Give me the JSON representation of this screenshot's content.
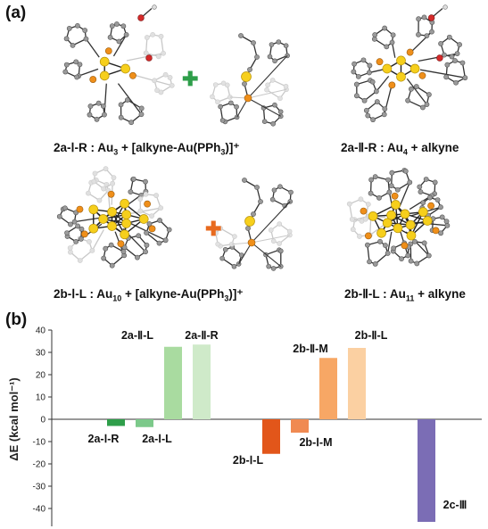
{
  "panels": {
    "a_label": "(a)",
    "b_label": "(b)"
  },
  "structures": [
    {
      "id": "2a-I-R",
      "name": "2a-Ⅰ-R : Au",
      "sub1": "3",
      "mid": " + [alkyne-Au(PPh",
      "sub2": "3",
      "tail": ")]⁺"
    },
    {
      "id": "2a-II-R",
      "name": "2a-Ⅱ-R : Au",
      "sub1": "4",
      "mid": " + alkyne",
      "sub2": "",
      "tail": ""
    },
    {
      "id": "2b-I-L",
      "name": "2b-Ⅰ-L : Au",
      "sub1": "10",
      "mid": " + [alkyne-Au(PPh",
      "sub2": "3",
      "tail": ")]⁺"
    },
    {
      "id": "2b-II-L",
      "name": "2b-Ⅱ-L : Au",
      "sub1": "11",
      "mid": " + alkyne",
      "sub2": "",
      "tail": ""
    }
  ],
  "plus_signs": {
    "top": "✚",
    "bottom": "✚",
    "top_color": "#2e9e4a",
    "bottom_color": "#e86a1e"
  },
  "chart_data": {
    "type": "bar",
    "ylabel": "ΔE (kcal mol⁻¹)",
    "ylim": [
      -48,
      40
    ],
    "yticks": [
      40,
      30,
      20,
      10,
      0,
      -10,
      -20,
      -30,
      -40
    ],
    "grid": false,
    "bars": [
      {
        "label": "2a-Ⅰ-R",
        "value": -3,
        "color": "#2e9e4a"
      },
      {
        "label": "2a-Ⅰ-L",
        "value": -3.5,
        "color": "#7cc98a"
      },
      {
        "label": "2a-Ⅱ-L",
        "value": 32.5,
        "color": "#a9dba0"
      },
      {
        "label": "2a-Ⅱ-R",
        "value": 33.5,
        "color": "#cfeac9"
      },
      {
        "label": "2b-Ⅰ-L",
        "value": -15.5,
        "color": "#e2561a"
      },
      {
        "label": "2b-Ⅰ-M",
        "value": -6,
        "color": "#f08a52"
      },
      {
        "label": "2b-Ⅱ-M",
        "value": 27.5,
        "color": "#f7a765"
      },
      {
        "label": "2b-Ⅱ-L",
        "value": 32,
        "color": "#fbd0a2"
      },
      {
        "label": "2c-Ⅲ",
        "value": -46,
        "color": "#7b6db5"
      }
    ]
  }
}
